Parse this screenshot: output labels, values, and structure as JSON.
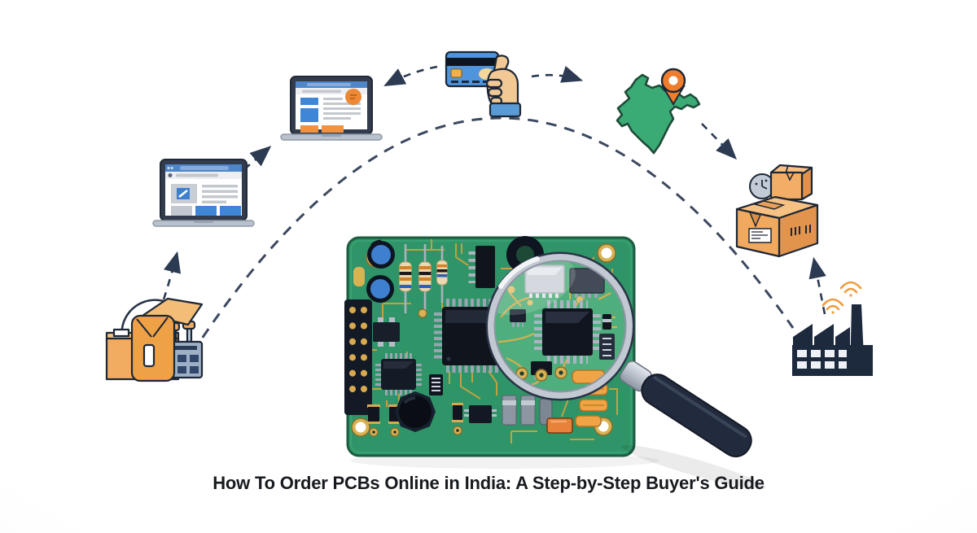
{
  "title": "How To Order PCBs Online in India: A Step-by-Step Buyer's Guide",
  "illustration": {
    "description": "Infographic of ordering PCBs online in India",
    "steps": [
      {
        "icon": "buyer-shopping-icon"
      },
      {
        "icon": "laptop-browse-icon"
      },
      {
        "icon": "laptop-order-icon"
      },
      {
        "icon": "credit-card-payment-icon"
      },
      {
        "icon": "india-map-location-icon"
      },
      {
        "icon": "shipping-package-icon"
      },
      {
        "icon": "factory-icon"
      }
    ],
    "center": [
      {
        "icon": "pcb-board-icon"
      },
      {
        "icon": "magnifier-icon"
      }
    ],
    "connector_style": "dashed-arrows-and-arc"
  },
  "colors": {
    "arrow_navy": "#2c3a52",
    "pcb_green": "#2f9467",
    "pcb_glass_green": "#4fae7d",
    "trace_gold": "#c9a23f",
    "accent_orange": "#ee8a35",
    "accent_blue": "#4f94dd",
    "map_green": "#3bab76",
    "box_orange": "#f0a95e",
    "factory_navy": "#1d2a3d",
    "title_text": "#171a1f"
  }
}
